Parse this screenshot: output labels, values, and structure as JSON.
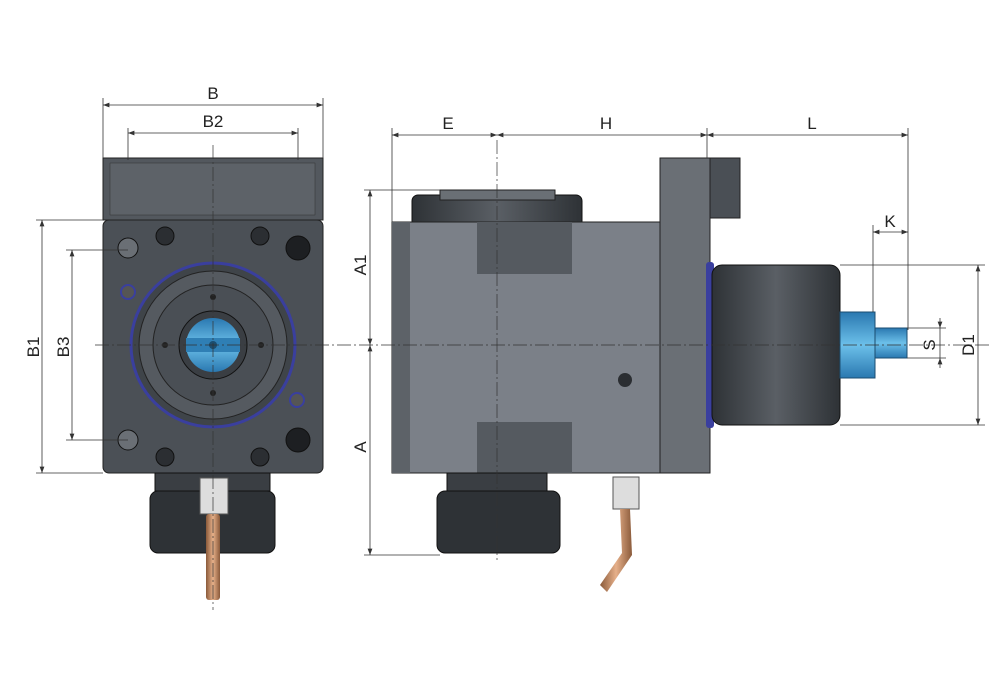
{
  "labels": {
    "B": "B",
    "B2": "B2",
    "B1": "B1",
    "B3": "B3",
    "E": "E",
    "H": "H",
    "L": "L",
    "A1": "A1",
    "A": "A",
    "K": "K",
    "S": "S",
    "D1": "D1"
  },
  "colors": {
    "body_dark": "#4a4f55",
    "body_side": "#7b8088",
    "ring_blue": "#3a3f9e",
    "spindle_blue": "#3d9ad1",
    "tool_copper": "#c9875a"
  }
}
